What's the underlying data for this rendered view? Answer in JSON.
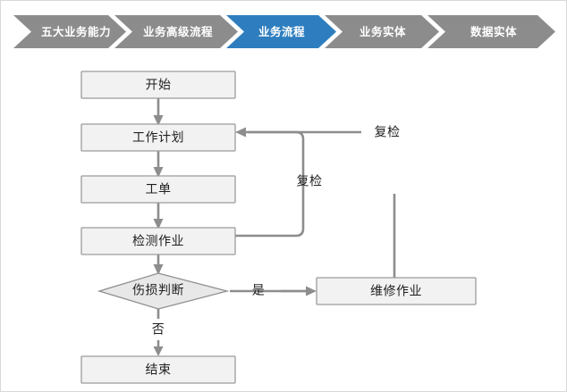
{
  "breadcrumb": {
    "items": [
      {
        "label": "五大业务能力",
        "active": false
      },
      {
        "label": "业务高级流程",
        "active": false
      },
      {
        "label": "业务流程",
        "active": true
      },
      {
        "label": "业务实体",
        "active": false
      },
      {
        "label": "数据实体",
        "active": false
      }
    ],
    "colors": {
      "inactive": "#8c8c8c",
      "active": "#2e7ebf",
      "label": "#ffffff"
    }
  },
  "flowchart": {
    "type": "flowchart",
    "orientation": "top-to-bottom",
    "colors": {
      "node_fill": "#f2f2f2",
      "node_stroke": "#9b9b9b",
      "diamond_fill": "#e8e8e8",
      "connector": "#8d8d8d",
      "text": "#1f1f1f"
    },
    "nodes": [
      {
        "id": "start",
        "label": "开始",
        "shape": "rect"
      },
      {
        "id": "plan",
        "label": "工作计划",
        "shape": "rect"
      },
      {
        "id": "workorder",
        "label": "工单",
        "shape": "rect"
      },
      {
        "id": "inspect",
        "label": "检测作业",
        "shape": "rect"
      },
      {
        "id": "decision",
        "label": "伤损判断",
        "shape": "diamond"
      },
      {
        "id": "repair",
        "label": "维修作业",
        "shape": "rect"
      },
      {
        "id": "end",
        "label": "结束",
        "shape": "rect"
      }
    ],
    "edges": [
      {
        "from": "start",
        "to": "plan",
        "label": ""
      },
      {
        "from": "plan",
        "to": "workorder",
        "label": ""
      },
      {
        "from": "workorder",
        "to": "inspect",
        "label": ""
      },
      {
        "from": "inspect",
        "to": "decision",
        "label": ""
      },
      {
        "from": "decision",
        "to": "repair",
        "label": "是"
      },
      {
        "from": "decision",
        "to": "end",
        "label": "否"
      },
      {
        "from": "inspect",
        "to": "plan",
        "label": "复检"
      },
      {
        "from": "repair",
        "to": "plan",
        "label": "复检"
      }
    ],
    "edge_labels": {
      "yes": "是",
      "no": "否",
      "recheck_inner": "复检",
      "recheck_outer": "复检"
    }
  }
}
